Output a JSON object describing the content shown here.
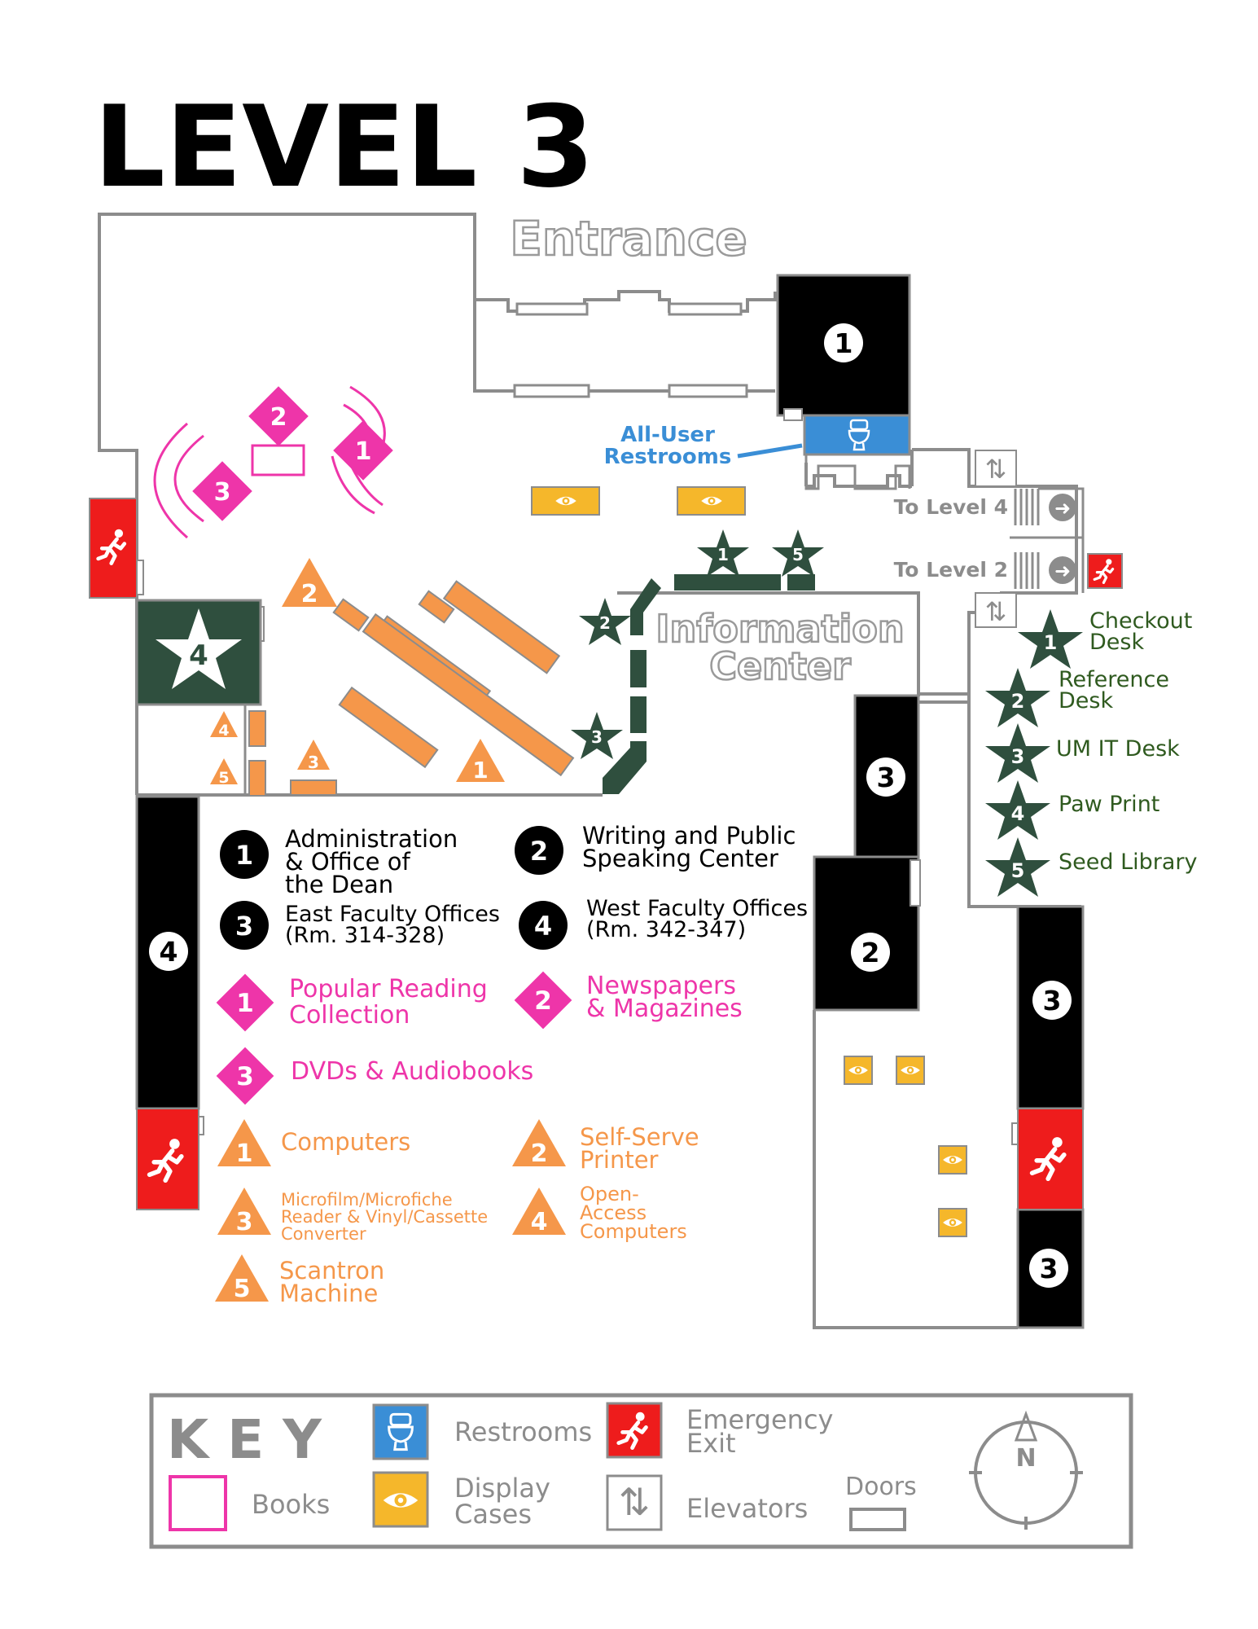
{
  "title": "LEVEL 3",
  "entrance_label": "Entrance",
  "info_center": {
    "line1": "Information",
    "line2": "Center"
  },
  "restroom_label": {
    "line1": "All-User",
    "line2": "Restrooms"
  },
  "stairs": {
    "to_level_4": "To Level 4",
    "to_level_2": "To Level 2"
  },
  "colors": {
    "pink": "#ee35a9",
    "orange": "#f5974a",
    "green": "#2f4f3e",
    "green_text": "#2f5a1f",
    "blue": "#3a8ed6",
    "red": "#ee1c1c",
    "yellow": "#f5b72b",
    "wall": "#8c8c8c"
  },
  "rooms": {
    "r1": "1",
    "r2": "2",
    "r3a": "3",
    "r3b": "3",
    "r3c": "3",
    "r4": "4"
  },
  "map_markers": {
    "pink": [
      "2",
      "1",
      "3"
    ],
    "orange": [
      "2",
      "4",
      "5",
      "3",
      "1"
    ],
    "green": [
      "1",
      "5",
      "2",
      "3",
      "4"
    ]
  },
  "service_desks": [
    {
      "num": "1",
      "line1": "Checkout",
      "line2": "Desk"
    },
    {
      "num": "2",
      "line1": "Reference",
      "line2": "Desk"
    },
    {
      "num": "3",
      "line1": "UM IT Desk",
      "line2": ""
    },
    {
      "num": "4",
      "line1": "Paw Print",
      "line2": ""
    },
    {
      "num": "5",
      "line1": "Seed Library",
      "line2": ""
    }
  ],
  "offices": [
    {
      "num": "1",
      "lines": [
        "Administration",
        "& Office of",
        "the Dean"
      ]
    },
    {
      "num": "2",
      "lines": [
        "Writing and Public",
        "Speaking Center"
      ]
    },
    {
      "num": "3",
      "lines": [
        "East Faculty Offices",
        "(Rm. 314-328)"
      ]
    },
    {
      "num": "4",
      "lines": [
        "West Faculty Offices",
        "(Rm. 342-347)"
      ]
    }
  ],
  "collections": [
    {
      "num": "1",
      "lines": [
        "Popular Reading",
        "Collection"
      ]
    },
    {
      "num": "2",
      "lines": [
        "Newspapers",
        "& Magazines"
      ]
    },
    {
      "num": "3",
      "lines": [
        "DVDs & Audiobooks"
      ]
    }
  ],
  "technology": [
    {
      "num": "1",
      "lines": [
        "Computers"
      ]
    },
    {
      "num": "2",
      "lines": [
        "Self-Serve",
        "Printer"
      ]
    },
    {
      "num": "3",
      "lines": [
        "Microfilm/Microfiche",
        "Reader & Vinyl/Cassette",
        "Converter"
      ]
    },
    {
      "num": "4",
      "lines": [
        "Open-",
        "Access",
        "Computers"
      ]
    },
    {
      "num": "5",
      "lines": [
        "Scantron",
        "Machine"
      ]
    }
  ],
  "key": {
    "title": "K E Y",
    "books": "Books",
    "restrooms": "Restrooms",
    "display_cases": {
      "line1": "Display",
      "line2": "Cases"
    },
    "emergency_exit": {
      "line1": "Emergency",
      "line2": "Exit"
    },
    "elevators": "Elevators",
    "doors": "Doors",
    "compass_n": "N"
  }
}
